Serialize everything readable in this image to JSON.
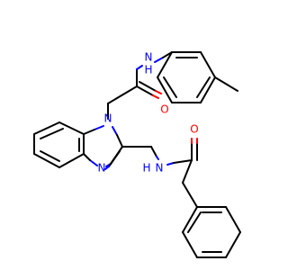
{
  "atoms": {
    "amide_n_top": {
      "symbol": "N",
      "hydrogen": "H",
      "color": "#0000ff"
    },
    "amide_o_top": {
      "symbol": "O",
      "color": "#ff0000"
    },
    "ring_n1": {
      "symbol": "N",
      "color": "#0000ff"
    },
    "ring_n3": {
      "symbol": "N",
      "color": "#0000ff"
    },
    "amide_n_bottom": {
      "symbol": "N",
      "hydrogen": "H",
      "color": "#0000ff"
    },
    "amide_o_bottom": {
      "symbol": "O",
      "color": "#ff0000"
    }
  },
  "colors": {
    "background": "#ffffff",
    "carbon_bond": "#000000",
    "nitrogen": "#0000ff",
    "oxygen": "#ff0000"
  }
}
